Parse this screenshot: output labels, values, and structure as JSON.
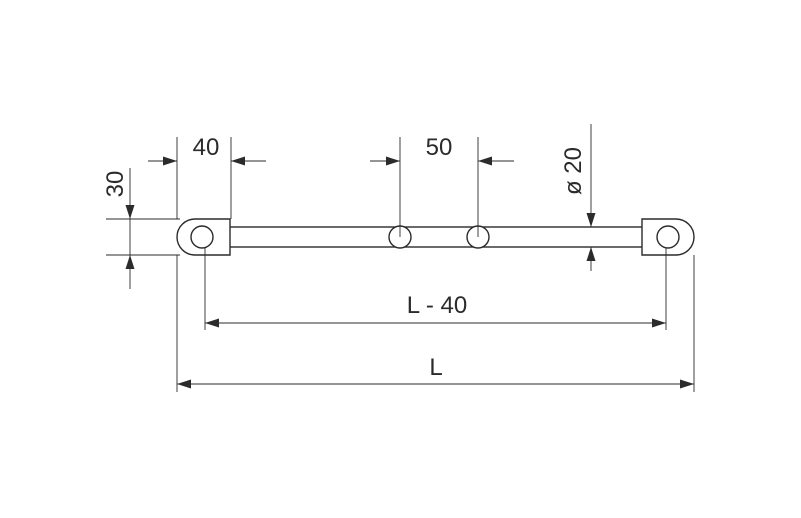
{
  "dimensions": {
    "width_40": "40",
    "spacing_50": "50",
    "diameter_20": "ø 20",
    "height_30": "30",
    "inner_length": "L - 40",
    "total_length": "L"
  },
  "colors": {
    "line": "#2b2b2b",
    "background": "#ffffff"
  }
}
